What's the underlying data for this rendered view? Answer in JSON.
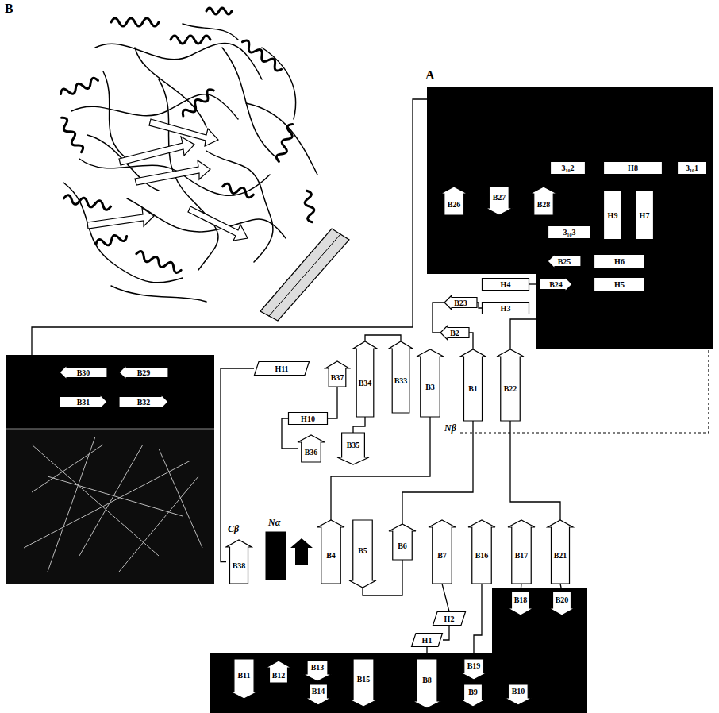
{
  "diagram": {
    "nodes": [
      {
        "text": [
          "3₁₀2"
        ]
      },
      {
        "text": [
          "H8"
        ]
      },
      {
        "text": [
          "3₁₀1"
        ]
      },
      {
        "text": [
          "B26"
        ]
      },
      {
        "text": [
          "B27"
        ]
      },
      {
        "text": [
          "B28"
        ]
      },
      {
        "text": [
          "H9"
        ]
      },
      {
        "text": [
          "H7"
        ]
      },
      {
        "text": [
          "3₁₀3"
        ]
      },
      {
        "text": [
          "B25"
        ]
      },
      {
        "text": [
          "H6"
        ]
      },
      {
        "text": [
          "H4"
        ]
      },
      {
        "text": [
          "B24"
        ]
      },
      {
        "text": [
          "H5"
        ]
      },
      {
        "text": [
          "B23"
        ]
      },
      {
        "text": [
          "H3"
        ]
      },
      {
        "text": [
          "B2"
        ]
      },
      {
        "text": [
          "B30"
        ]
      },
      {
        "text": [
          "B29"
        ]
      },
      {
        "text": [
          "B31"
        ]
      },
      {
        "text": [
          "B32"
        ]
      },
      {
        "text": [
          "H11"
        ]
      },
      {
        "text": [
          "B37"
        ]
      },
      {
        "text": [
          "B34"
        ]
      },
      {
        "text": [
          "B33"
        ]
      },
      {
        "text": [
          "B3"
        ]
      },
      {
        "text": [
          "B1"
        ]
      },
      {
        "text": [
          "B22"
        ]
      },
      {
        "text": [
          "H10"
        ]
      },
      {
        "text": [
          "B36"
        ]
      },
      {
        "text": [
          "B35"
        ]
      },
      {
        "text": [
          "B38"
        ]
      },
      {
        "text": [
          "B4"
        ]
      },
      {
        "text": [
          "B5"
        ]
      },
      {
        "text": [
          "B6"
        ]
      },
      {
        "text": [
          "B7"
        ]
      },
      {
        "text": [
          "B16"
        ]
      },
      {
        "text": [
          "B17"
        ]
      },
      {
        "text": [
          "B21"
        ]
      },
      {
        "text": [
          "H2"
        ]
      },
      {
        "text": [
          "H1"
        ]
      },
      {
        "text": [
          "B18"
        ]
      },
      {
        "text": [
          "B20"
        ]
      },
      {
        "text": [
          "B11"
        ]
      },
      {
        "text": [
          "B12"
        ]
      },
      {
        "text": [
          "B13"
        ]
      },
      {
        "text": [
          "B15"
        ]
      },
      {
        "text": [
          "B8"
        ]
      },
      {
        "text": [
          "B19"
        ]
      },
      {
        "text": [
          "B14"
        ]
      },
      {
        "text": [
          "B9"
        ]
      },
      {
        "text": [
          "B10"
        ]
      }
    ],
    "edges": [
      {
        "from": 16,
        "to": 14,
        "arrow": "none"
      },
      {
        "from": 14,
        "to": 15,
        "arrow": "none"
      },
      {
        "from": 11,
        "to": 12,
        "arrow": "none"
      },
      {
        "from": 27,
        "to": 12,
        "arrow": "none"
      },
      {
        "from": 26,
        "to": 16,
        "arrow": "none"
      },
      {
        "from": 25,
        "to": 32,
        "arrow": "none"
      },
      {
        "from": 26,
        "to": 34,
        "arrow": "none"
      },
      {
        "from": 27,
        "to": 38,
        "arrow": "none"
      },
      {
        "from": 35,
        "to": 39,
        "arrow": "none"
      },
      {
        "from": 39,
        "to": 40,
        "arrow": "none"
      },
      {
        "from": 40,
        "to": 47,
        "arrow": "none"
      },
      {
        "from": 37,
        "to": 41,
        "arrow": "none"
      },
      {
        "from": 38,
        "to": 42,
        "arrow": "none"
      },
      {
        "from": 36,
        "to": 48,
        "arrow": "none"
      },
      {
        "from": 23,
        "to": 30,
        "arrow": "none"
      },
      {
        "from": 21,
        "to": 31,
        "arrow": "none"
      },
      {
        "from": 24,
        "to": 23,
        "arrow": "none"
      },
      {
        "from": 22,
        "to": 28,
        "arrow": "none"
      },
      {
        "from": 28,
        "to": 29,
        "arrow": "none"
      },
      {
        "from": 33,
        "to": 34,
        "arrow": "none"
      }
    ],
    "labels": [
      "B",
      "A",
      "Nβ",
      "Cβ",
      "Nα"
    ]
  }
}
